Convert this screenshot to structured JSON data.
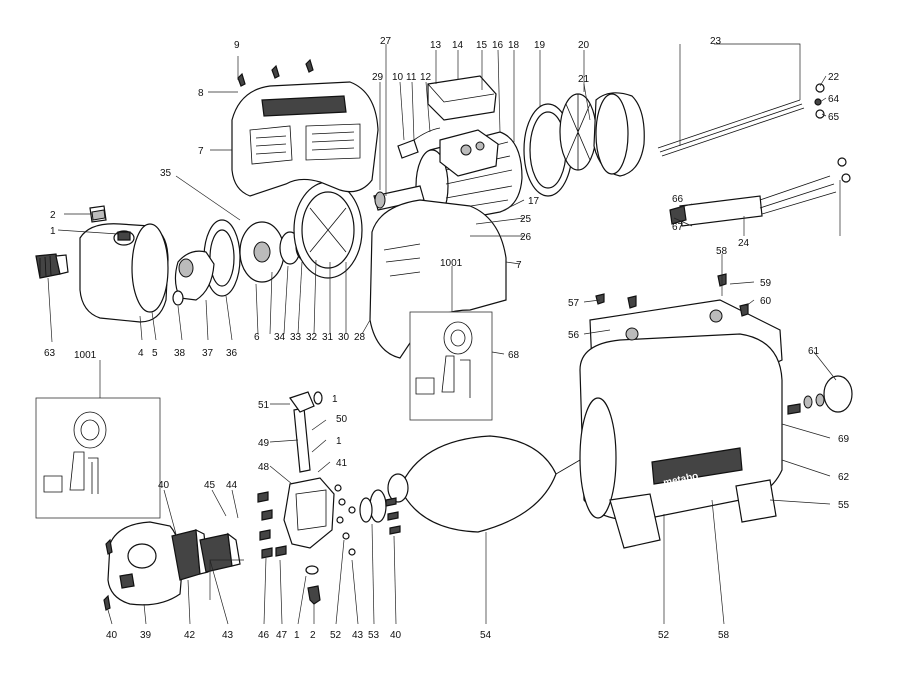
{
  "diagram": {
    "brand_text": "metabo",
    "inset_label": "1001",
    "part_labels": {
      "p1": "1",
      "p2": "2",
      "p4": "4",
      "p5": "5",
      "p6": "6",
      "p7": "7",
      "p8": "8",
      "p9": "9",
      "p10": "10",
      "p11": "11",
      "p12": "12",
      "p13": "13",
      "p14": "14",
      "p15": "15",
      "p16": "16",
      "p17": "17",
      "p18": "18",
      "p19": "19",
      "p20": "20",
      "p21": "21",
      "p22": "22",
      "p23": "23",
      "p24": "24",
      "p25": "25",
      "p26": "26",
      "p27": "27",
      "p28": "28",
      "p29": "29",
      "p30": "30",
      "p31": "31",
      "p32": "32",
      "p33": "33",
      "p34": "34",
      "p35": "35",
      "p36": "36",
      "p37": "37",
      "p38": "38",
      "p39": "39",
      "p40": "40",
      "p41": "41",
      "p42": "42",
      "p43": "43",
      "p44": "44",
      "p45": "45",
      "p46": "46",
      "p47": "47",
      "p48": "48",
      "p49": "49",
      "p50": "50",
      "p51": "51",
      "p52": "52",
      "p53": "53",
      "p54": "54",
      "p55": "55",
      "p56": "56",
      "p57": "57",
      "p58": "58",
      "p59": "59",
      "p60": "60",
      "p61": "61",
      "p62": "62",
      "p63": "63",
      "p64": "64",
      "p65": "65",
      "p66": "66",
      "p67": "67",
      "p68": "68",
      "p69": "69"
    }
  }
}
